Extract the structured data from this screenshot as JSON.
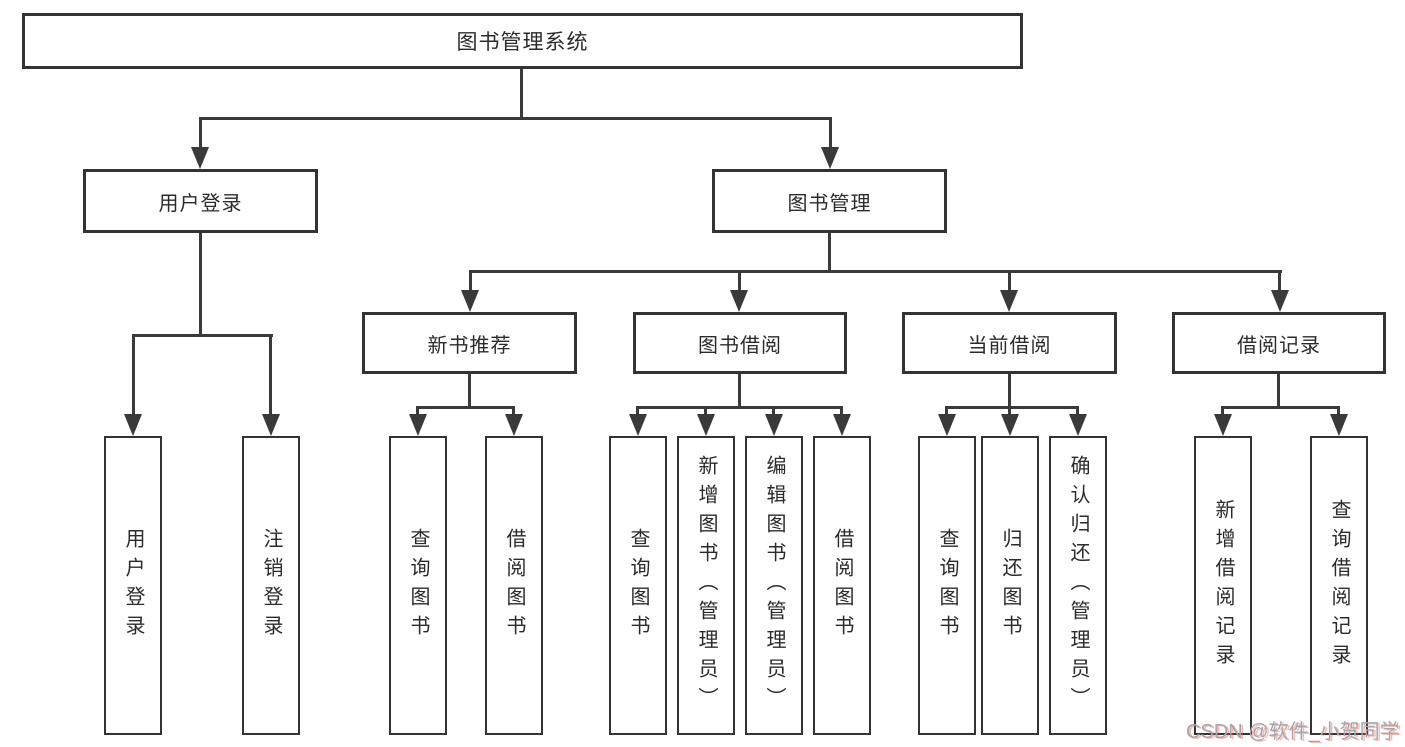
{
  "diagram": {
    "type": "hierarchy",
    "title": "图书管理系统"
  },
  "nodes": {
    "root": {
      "label": "图书管理系统"
    },
    "user_login": {
      "label": "用户登录"
    },
    "book_mgmt": {
      "label": "图书管理"
    },
    "new_book": {
      "label": "新书推荐"
    },
    "book_borrow": {
      "label": "图书借阅"
    },
    "current_borrow": {
      "label": "当前借阅"
    },
    "borrow_record": {
      "label": "借阅记录"
    },
    "leaf_user_login": {
      "label": "用户登录"
    },
    "leaf_logout": {
      "label": "注销登录"
    },
    "leaf_query_book_nb": {
      "label": "查询图书"
    },
    "leaf_borrow_book_nb": {
      "label": "借阅图书"
    },
    "leaf_query_book_bb": {
      "label": "查询图书"
    },
    "leaf_add_book": {
      "label": "新增图书（管理员）"
    },
    "leaf_edit_book": {
      "label": "编辑图书（管理员）"
    },
    "leaf_borrow_book_bb": {
      "label": "借阅图书"
    },
    "leaf_query_book_cb": {
      "label": "查询图书"
    },
    "leaf_return_book": {
      "label": "归还图书"
    },
    "leaf_confirm_return": {
      "label": "确认归还（管理员）"
    },
    "leaf_add_record": {
      "label": "新增借阅记录"
    },
    "leaf_query_record": {
      "label": "查询借阅记录"
    }
  },
  "hierarchy": {
    "root_children": [
      "user_login",
      "book_mgmt"
    ],
    "user_login_children": [
      "leaf_user_login",
      "leaf_logout"
    ],
    "book_mgmt_children": [
      "new_book",
      "book_borrow",
      "current_borrow",
      "borrow_record"
    ],
    "new_book_children": [
      "leaf_query_book_nb",
      "leaf_borrow_book_nb"
    ],
    "book_borrow_children": [
      "leaf_query_book_bb",
      "leaf_add_book",
      "leaf_edit_book",
      "leaf_borrow_book_bb"
    ],
    "current_borrow_children": [
      "leaf_query_book_cb",
      "leaf_return_book",
      "leaf_confirm_return"
    ],
    "borrow_record_children": [
      "leaf_add_record",
      "leaf_query_record"
    ]
  },
  "colors": {
    "background": "#ffffff",
    "line": "#3a3a3a",
    "box_border": "#333333",
    "text": "#2b2b2b",
    "watermark_gray": "#a2a8ae",
    "watermark_red_shadow": "#fa503c"
  },
  "watermark": {
    "text": "CSDN @软件_小贺同学"
  }
}
